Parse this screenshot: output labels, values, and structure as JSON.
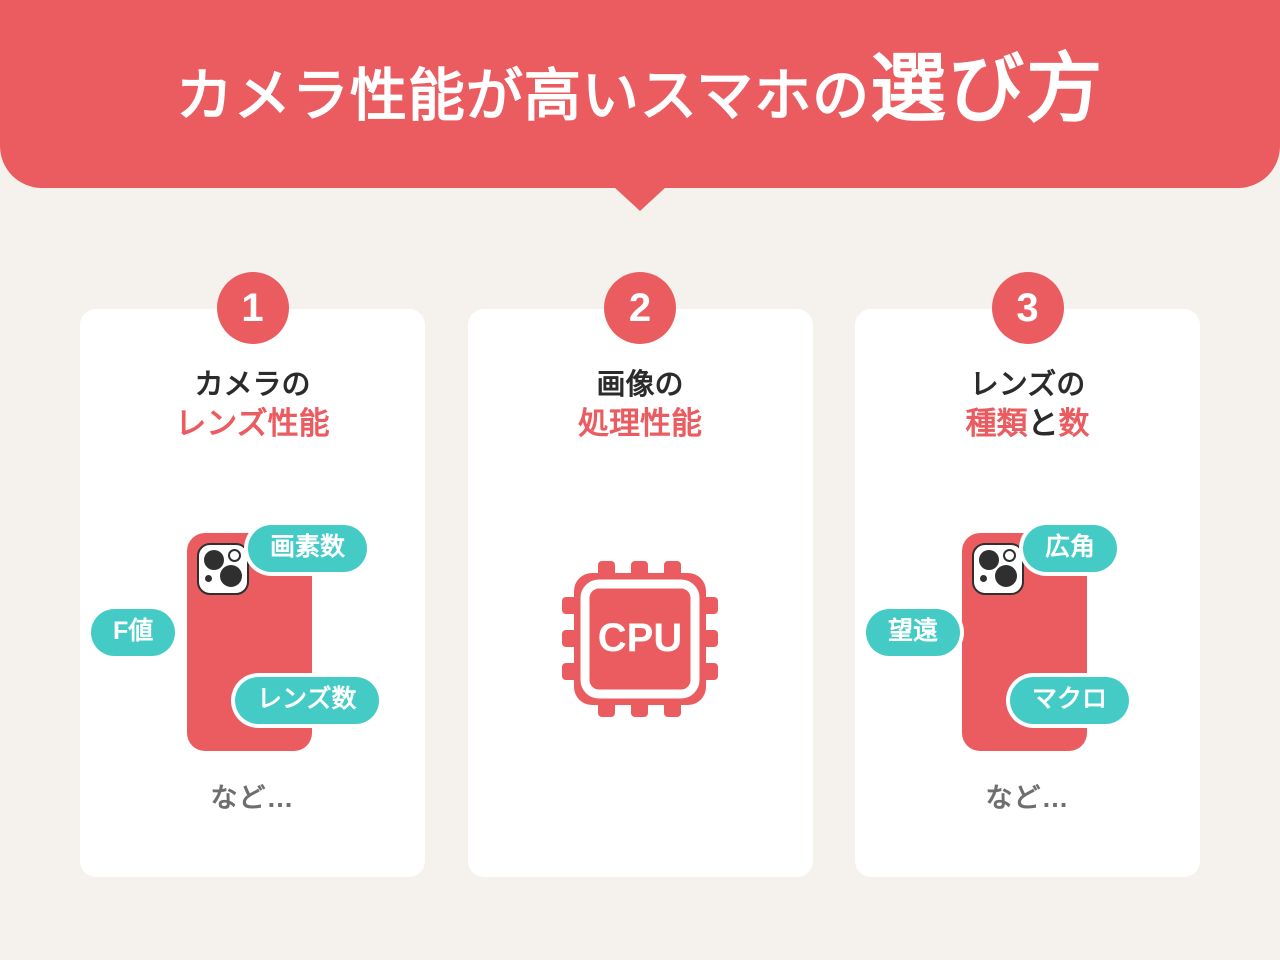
{
  "theme": {
    "background": "#F5F1ED",
    "accent_red": "#EB5C60",
    "accent_teal": "#45CBC6",
    "card_white": "#FFFFFF",
    "text_dark": "#2B2B2B",
    "text_muted": "#6E6E6E"
  },
  "banner": {
    "title_small": "カメラ性能が高いスマホの",
    "title_big": "選び方"
  },
  "cards": [
    {
      "number": "1",
      "heading_line1": "カメラの",
      "heading_line2": "レンズ性能",
      "heading_line2_neutral": "",
      "heading_line2_tail": "",
      "illustration": "phone",
      "pills": [
        "画素数",
        "F値",
        "レンズ数"
      ],
      "note": "など…"
    },
    {
      "number": "2",
      "heading_line1": "画像の",
      "heading_line2": "処理性能",
      "heading_line2_neutral": "",
      "heading_line2_tail": "",
      "illustration": "cpu",
      "cpu_label": "CPU",
      "pills": [],
      "note": ""
    },
    {
      "number": "3",
      "heading_line1": "レンズの",
      "heading_line2": "種類",
      "heading_line2_neutral": "と",
      "heading_line2_tail": "数",
      "illustration": "phone",
      "pills": [
        "広角",
        "望遠",
        "マクロ"
      ],
      "note": "など…"
    }
  ]
}
